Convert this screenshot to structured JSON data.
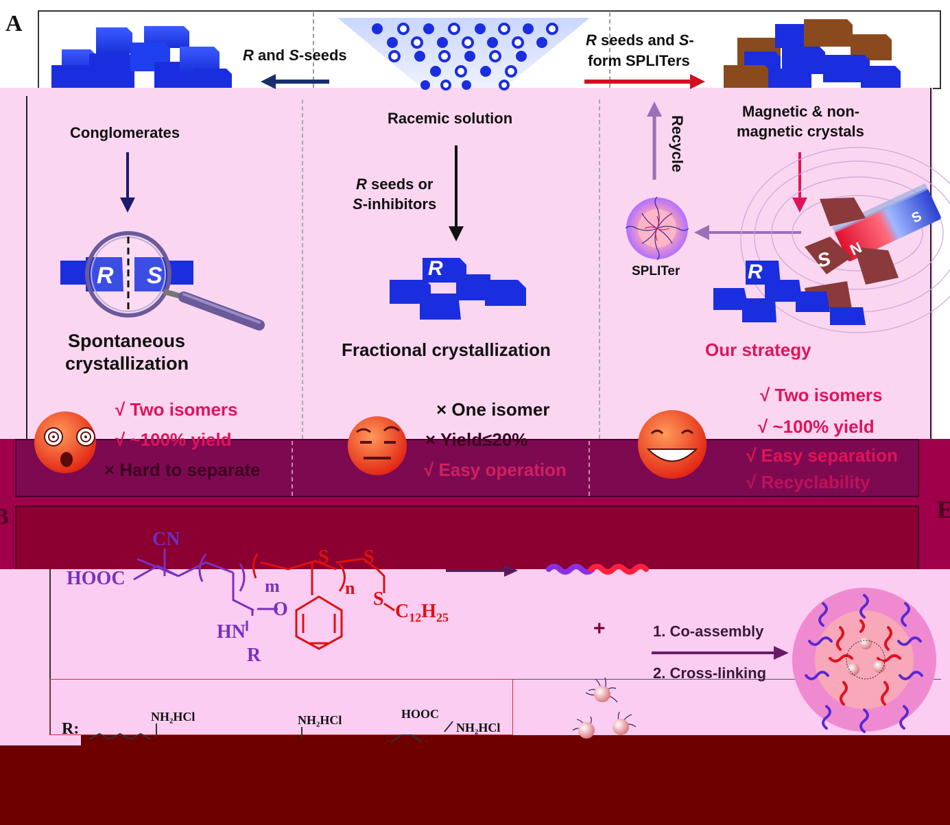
{
  "panel_labels": {
    "a": "A",
    "b": "B",
    "c": "E"
  },
  "top": {
    "left_arrow_label_pre": "R",
    "left_arrow_label_mid": " and ",
    "left_arrow_label_s": "S",
    "left_arrow_label_post": "-seeds",
    "right_arrow_line1_pre": "R",
    "right_arrow_line1_mid": " seeds and ",
    "right_arrow_line1_s": "S",
    "right_arrow_line1_post": "-",
    "right_arrow_line2": "form SPLITers"
  },
  "col1": {
    "title": "Conglomerates",
    "caption_line1": "Spontaneous",
    "caption_line2": "crystallization",
    "r_letter": "R",
    "s_letter": "S",
    "check1": "√ Two isomers",
    "check2": "√ ~100% yield",
    "cross1": "× Hard to separate"
  },
  "col2": {
    "title": "Racemic solution",
    "seeds_line1_r": "R",
    "seeds_line1_post": " seeds or",
    "seeds_line2_s": "S",
    "seeds_line2_post": "-inhibitors",
    "r_letter": "R",
    "caption": "Fractional crystallization",
    "cross1": "× One isomer",
    "cross2": "× Yield≤20%",
    "check1": "√ Easy operation"
  },
  "col3": {
    "title_line1": "Magnetic & non-",
    "title_line2": "magnetic crystals",
    "recycle": "Recycle",
    "splite_label": "SPLITer",
    "r_letter": "R",
    "s_letter": "S",
    "magnet_n": "N",
    "magnet_s": "S",
    "strategy": "Our strategy",
    "check1": "√ Two isomers",
    "check2": "√ ~100% yield",
    "check3": "√ Easy separation",
    "check4": "√ Recyclability"
  },
  "chem": {
    "cn": "CN",
    "hooc": "HOOC",
    "m": "m",
    "o": "O",
    "hn": "HN",
    "r": "R",
    "s1": "S",
    "s2": "S",
    "s3": "S",
    "n": "n",
    "c12h25_c": "C",
    "c12h25_12": "12",
    "c12h25_h": "H",
    "c12h25_25": "25",
    "plus": "+",
    "step1": "1. Co-assembly",
    "step2": "2. Cross-linking",
    "r_label": "R:",
    "nh2hcl_1": "NH₂HCl",
    "nh2hcl_2": "NH₂HCl",
    "hooc_2": "HOOC",
    "nh2hcl_3": "NH₂HCl"
  },
  "colors": {
    "crystal_blue": "#1a2ee0",
    "crystal_brown": "#8a4a1e",
    "pink_panel": "#fbd6ee",
    "dark_band": "#6e0000",
    "accent_red": "#e0135a",
    "purple": "#7a2fbf"
  }
}
